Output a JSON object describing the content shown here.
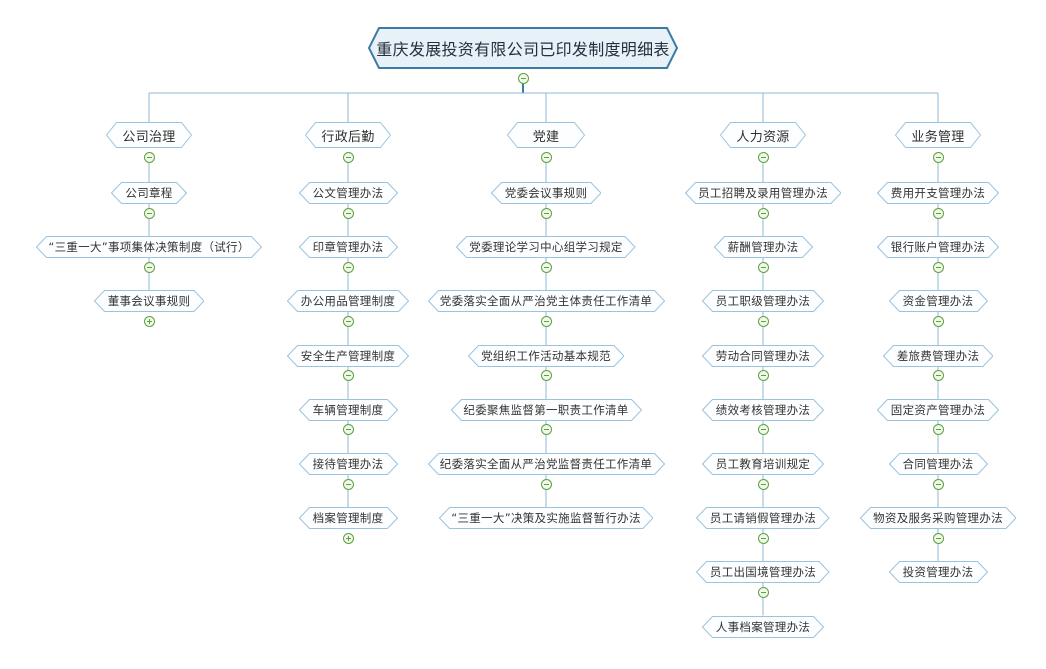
{
  "diagram": {
    "type": "mindmap-tree",
    "background": "#ffffff",
    "accent_node_border": "#9cc3de",
    "accent_root_border": "#3a7ca5",
    "accent_root_fill": "#e8f0f8",
    "accent_line": "#8fb8d4",
    "accent_toggle": "#5da13c",
    "root": {
      "label": "重庆发展投资有限公司已印发制度明细表",
      "toggle": "minus"
    },
    "branches": [
      {
        "label": "公司治理",
        "toggle": "minus",
        "children": [
          {
            "label": "公司章程",
            "toggle": "minus"
          },
          {
            "label": "“三重一大”事项集体决策制度（试行）",
            "toggle": "minus"
          },
          {
            "label": "董事会议事规则",
            "toggle": "plus"
          }
        ]
      },
      {
        "label": "行政后勤",
        "toggle": "minus",
        "children": [
          {
            "label": "公文管理办法",
            "toggle": "minus"
          },
          {
            "label": "印章管理办法",
            "toggle": "minus"
          },
          {
            "label": "办公用品管理制度",
            "toggle": "minus"
          },
          {
            "label": "安全生产管理制度",
            "toggle": "minus"
          },
          {
            "label": "车辆管理制度",
            "toggle": "minus"
          },
          {
            "label": "接待管理办法",
            "toggle": "minus"
          },
          {
            "label": "档案管理制度",
            "toggle": "plus"
          }
        ]
      },
      {
        "label": "党建",
        "toggle": "minus",
        "children": [
          {
            "label": "党委会议事规则",
            "toggle": "minus"
          },
          {
            "label": "党委理论学习中心组学习规定",
            "toggle": "minus"
          },
          {
            "label": "党委落实全面从严治党主体责任工作清单",
            "toggle": "minus"
          },
          {
            "label": "党组织工作活动基本规范",
            "toggle": "minus"
          },
          {
            "label": "纪委聚焦监督第一职责工作清单",
            "toggle": "minus"
          },
          {
            "label": "纪委落实全面从严治党监督责任工作清单",
            "toggle": "minus"
          },
          {
            "label": "“三重一大”决策及实施监督暂行办法",
            "toggle": "none"
          }
        ]
      },
      {
        "label": "人力资源",
        "toggle": "minus",
        "children": [
          {
            "label": "员工招聘及录用管理办法",
            "toggle": "minus"
          },
          {
            "label": "薪酬管理办法",
            "toggle": "minus"
          },
          {
            "label": "员工职级管理办法",
            "toggle": "minus"
          },
          {
            "label": "劳动合同管理办法",
            "toggle": "minus"
          },
          {
            "label": "绩效考核管理办法",
            "toggle": "minus"
          },
          {
            "label": "员工教育培训规定",
            "toggle": "minus"
          },
          {
            "label": "员工请销假管理办法",
            "toggle": "minus"
          },
          {
            "label": "员工出国境管理办法",
            "toggle": "minus"
          },
          {
            "label": "人事档案管理办法",
            "toggle": "none"
          }
        ]
      },
      {
        "label": "业务管理",
        "toggle": "minus",
        "children": [
          {
            "label": "费用开支管理办法",
            "toggle": "minus"
          },
          {
            "label": "银行账户管理办法",
            "toggle": "minus"
          },
          {
            "label": "资金管理办法",
            "toggle": "minus"
          },
          {
            "label": "差旅费管理办法",
            "toggle": "minus"
          },
          {
            "label": "固定资产管理办法",
            "toggle": "minus"
          },
          {
            "label": "合同管理办法",
            "toggle": "minus"
          },
          {
            "label": "物资及服务采购管理办法",
            "toggle": "minus"
          },
          {
            "label": "投资管理办法",
            "toggle": "none"
          }
        ]
      }
    ]
  }
}
